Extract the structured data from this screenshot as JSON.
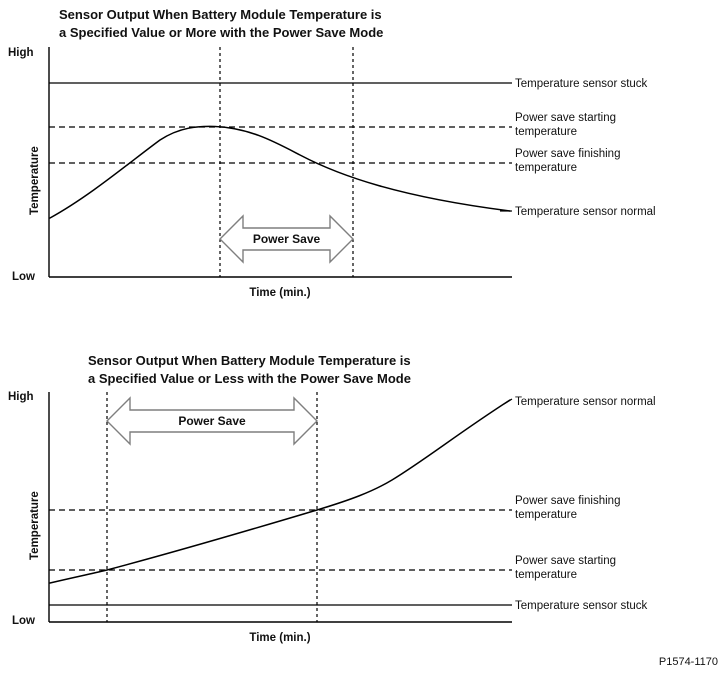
{
  "figure": {
    "code": "P1574-1170",
    "background": "#ffffff",
    "ink": "#111111",
    "arrow_outline": "#7f7f7f"
  },
  "chart_data": [
    {
      "id": "chart-upper",
      "type": "line",
      "title": "Sensor Output When Battery Module Temperature is a Specified Value or More with the Power Save Mode",
      "title_lines": [
        "Sensor Output When Battery Module Temperature is",
        "a Specified Value or More with the Power Save Mode"
      ],
      "xlabel": "Time (min.)",
      "ylabel": "Temperature",
      "ytick_labels": [
        "High",
        "Low"
      ],
      "ylim_labels": {
        "top": "High",
        "bottom": "Low"
      },
      "grid": false,
      "legend_position": "right-inline",
      "series": [
        {
          "name": "Temperature sensor normal",
          "style": "solid-curve",
          "description": "Rises from low, peaks at the power save starting temperature, then falls steadily",
          "points": [
            {
              "x": 0,
              "y": 26
            },
            {
              "x": 12,
              "y": 40
            },
            {
              "x": 24,
              "y": 55
            },
            {
              "x": 34,
              "y": 68
            },
            {
              "x": 40,
              "y": 74
            },
            {
              "x": 50,
              "y": 77
            },
            {
              "x": 58,
              "y": 76
            },
            {
              "x": 70,
              "y": 69
            },
            {
              "x": 80,
              "y": 61
            },
            {
              "x": 90,
              "y": 52
            },
            {
              "x": 100,
              "y": 44
            }
          ]
        },
        {
          "name": "Temperature sensor stuck",
          "style": "solid-horizontal",
          "value": 100
        }
      ],
      "reference_lines": [
        {
          "label": "Temperature sensor stuck",
          "style": "solid",
          "value": 100
        },
        {
          "label": "Power save starting temperature",
          "style": "dashed",
          "value": 77
        },
        {
          "label": "Power save finishing temperature",
          "style": "dashed",
          "value": 61
        }
      ],
      "annotations": [
        {
          "label": "Power Save",
          "type": "double-arrow-span",
          "from_x": 37,
          "to_x": 66,
          "note": "Span between vertical dotted markers at the power save starting and finishing crossings"
        }
      ],
      "vertical_markers": [
        {
          "x": 37,
          "style": "dotted"
        },
        {
          "x": 66,
          "style": "dotted"
        }
      ],
      "side_labels": [
        "Temperature sensor stuck",
        "Power save starting temperature",
        "Power save finishing temperature",
        "Temperature sensor normal"
      ]
    },
    {
      "id": "chart-lower",
      "type": "line",
      "title": "Sensor Output When Battery Module Temperature is a Specified Value or Less with the Power Save Mode",
      "title_lines": [
        "Sensor Output When Battery Module Temperature is",
        "a Specified Value or Less with the Power Save Mode"
      ],
      "xlabel": "Time (min.)",
      "ylabel": "Temperature",
      "ytick_labels": [
        "High",
        "Low"
      ],
      "ylim_labels": {
        "top": "High",
        "bottom": "Low"
      },
      "grid": false,
      "legend_position": "right-inline",
      "series": [
        {
          "name": "Temperature sensor normal",
          "style": "solid-curve",
          "description": "Rises steadily from low, crosses the power save starting then finishing temperatures, then accelerates upward",
          "points": [
            {
              "x": 0,
              "y": 20
            },
            {
              "x": 13,
              "y": 27
            },
            {
              "x": 30,
              "y": 36
            },
            {
              "x": 45,
              "y": 44
            },
            {
              "x": 60,
              "y": 52
            },
            {
              "x": 66,
              "y": 55
            },
            {
              "x": 75,
              "y": 60
            },
            {
              "x": 84,
              "y": 70
            },
            {
              "x": 92,
              "y": 83
            },
            {
              "x": 100,
              "y": 95
            }
          ]
        },
        {
          "name": "Temperature sensor stuck",
          "style": "solid-horizontal",
          "value": 6
        }
      ],
      "reference_lines": [
        {
          "label": "Power save finishing temperature",
          "style": "dashed",
          "value": 55
        },
        {
          "label": "Power save starting temperature",
          "style": "dashed",
          "value": 27
        },
        {
          "label": "Temperature sensor stuck",
          "style": "solid",
          "value": 6
        }
      ],
      "annotations": [
        {
          "label": "Power Save",
          "type": "double-arrow-span",
          "from_x": 13,
          "to_x": 66,
          "note": "Span between vertical dotted markers at the power save starting and finishing crossings"
        }
      ],
      "vertical_markers": [
        {
          "x": 13,
          "style": "dotted"
        },
        {
          "x": 66,
          "style": "dotted"
        }
      ],
      "side_labels": [
        "Temperature sensor normal",
        "Power save finishing temperature",
        "Power save starting temperature",
        "Temperature sensor stuck"
      ]
    }
  ],
  "upper": {
    "title_line1": "Sensor Output When Battery Module Temperature is",
    "title_line2": "a Specified Value or More with the Power Save Mode",
    "y_high": "High",
    "y_low": "Low",
    "y_axis_title": "Temperature",
    "x_axis_title": "Time (min.)",
    "label_stuck": "Temperature sensor stuck",
    "label_start_l1": "Power save starting",
    "label_start_l2": "temperature",
    "label_finish_l1": "Power save finishing",
    "label_finish_l2": "temperature",
    "label_normal": "Temperature sensor normal",
    "arrow_label": "Power Save"
  },
  "lower": {
    "title_line1": "Sensor Output When Battery Module Temperature is",
    "title_line2": "a Specified Value or Less with the Power Save Mode",
    "y_high": "High",
    "y_low": "Low",
    "y_axis_title": "Temperature",
    "x_axis_title": "Time (min.)",
    "label_normal": "Temperature sensor normal",
    "label_finish_l1": "Power save finishing",
    "label_finish_l2": "temperature",
    "label_start_l1": "Power save starting",
    "label_start_l2": "temperature",
    "label_stuck": "Temperature sensor stuck",
    "arrow_label": "Power Save"
  }
}
